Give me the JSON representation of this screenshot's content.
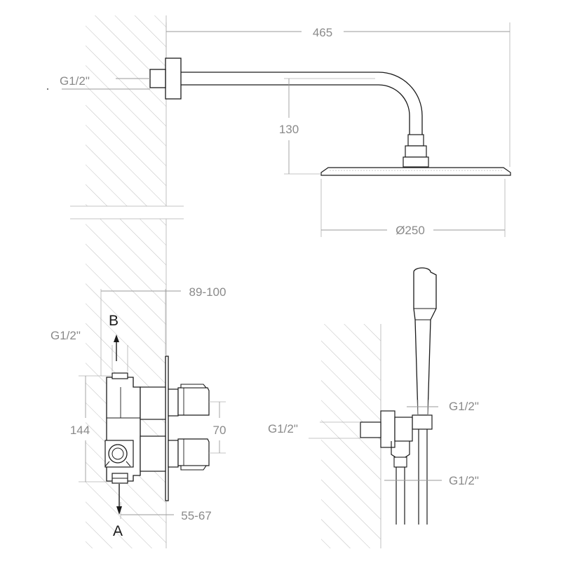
{
  "head_shower": {
    "arm_length": "465",
    "drop_height": "130",
    "head_diameter": "Ø250",
    "wall_thread": "G1/2\""
  },
  "mixer_valve": {
    "depth_range": "89-100",
    "outlet_b_thread": "G1/2\"",
    "outlet_b_label": "B",
    "body_height": "144",
    "handle_spacing": "70",
    "plate_range": "55-67",
    "outlet_a_label": "A"
  },
  "hand_shower": {
    "holder_thread": "G1/2\"",
    "wall_thread": "G1/2\"",
    "hose_thread": "G1/2\""
  }
}
